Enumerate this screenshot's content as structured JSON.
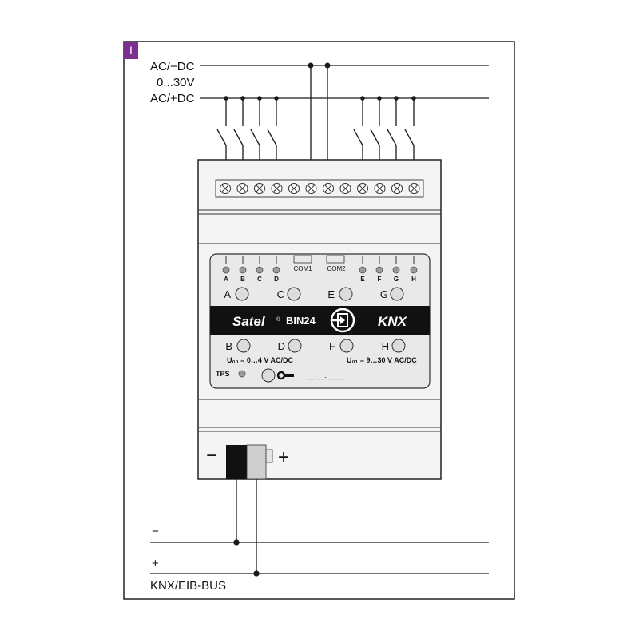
{
  "figure": {
    "tag": "I",
    "supply_labels": {
      "ac_minus": "AC/−DC",
      "range": "0...30V",
      "ac_plus": "AC/+DC"
    },
    "bus_labels": {
      "minus": "−",
      "plus": "+",
      "bus_name": "KNX/EIB-BUS"
    }
  },
  "device": {
    "brand": "Satel",
    "model": "BIN24",
    "knx_logo": "KNX",
    "led_labels_left": [
      "A",
      "B",
      "C",
      "D"
    ],
    "led_labels_right": [
      "E",
      "F",
      "G",
      "H"
    ],
    "com1": "COM1",
    "com2": "COM2",
    "buttons_top": [
      "A",
      "C",
      "E",
      "G"
    ],
    "buttons_bottom": [
      "B",
      "D",
      "F",
      "H"
    ],
    "voltage_low": "U₀₀ = 0…4 V AC/DC",
    "voltage_high": "U₀₁ = 9…30 V AC/DC",
    "tps_label": "TPS",
    "date_placeholder": "__.__.____",
    "terminal_minus": "−",
    "terminal_plus": "+"
  },
  "icons": {
    "input": "binary-input-icon",
    "wrench": "wrench-icon",
    "screw": "terminal-screw-icon",
    "switch": "switch-contact-icon"
  },
  "colors": {
    "line": "#1a1a1a",
    "frame": "#222222",
    "tag_bg": "#7b2f8e",
    "housing": "#f4f4f4",
    "panel": "#e9e9e9",
    "band": "#111111",
    "led": "#9a9a9a"
  }
}
